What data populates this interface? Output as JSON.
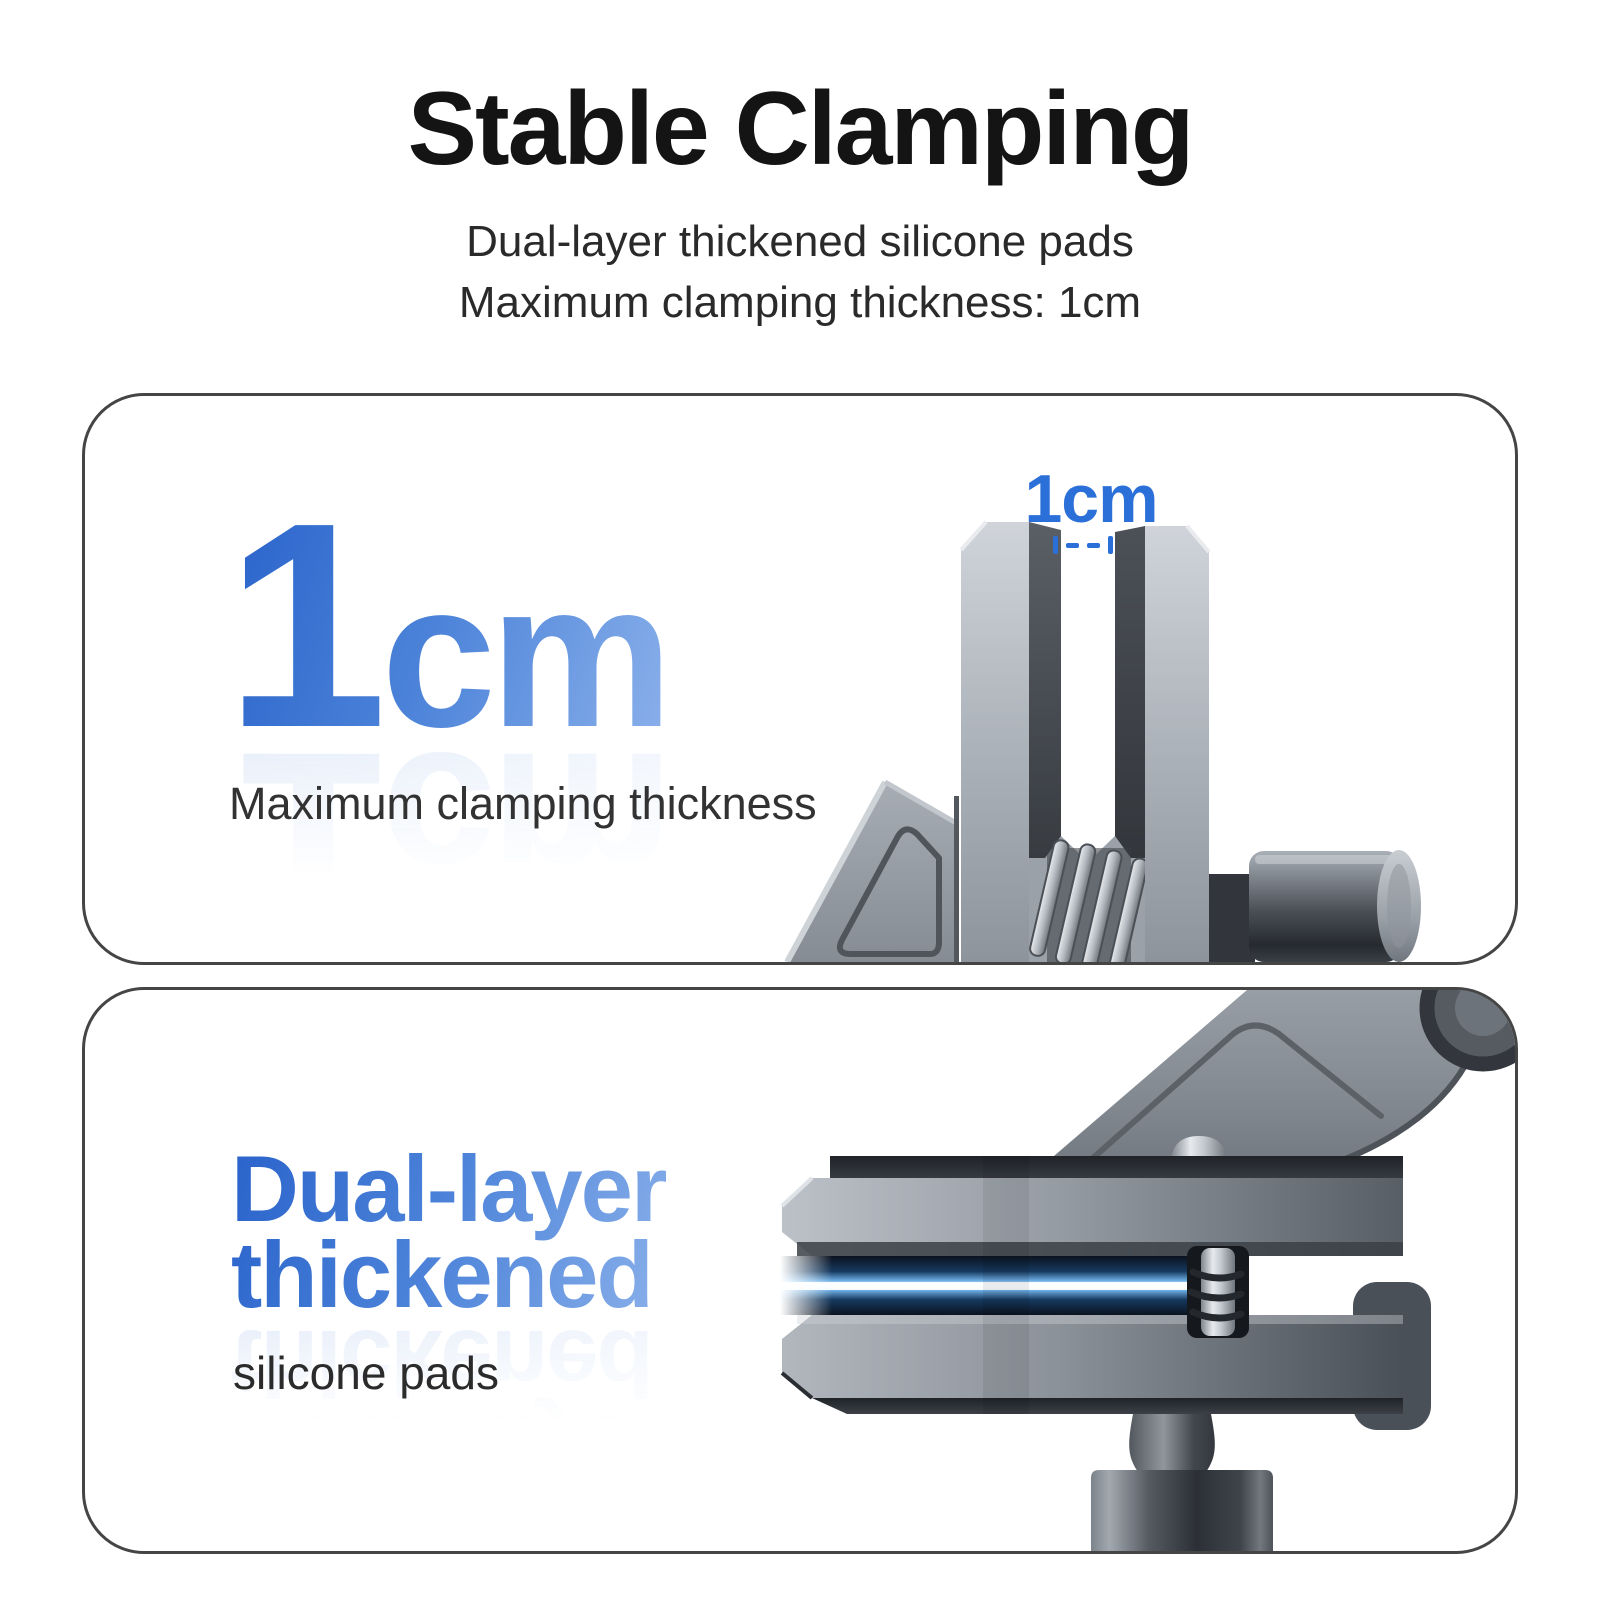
{
  "page": {
    "title": "Stable Clamping",
    "subtitle_line1": "Dual-layer thickened silicone pads",
    "subtitle_line2": "Maximum clamping thickness: 1cm"
  },
  "card1": {
    "stat_value": "1",
    "stat_unit": "cm",
    "stat_label": "Maximum clamping thickness",
    "callout_label": "1cm"
  },
  "card2": {
    "headline_line1": "Dual-layer",
    "headline_line2": "thickened",
    "subheadline": "silicone pads"
  },
  "colors": {
    "accent_blue": "#2b6fd8",
    "gradient_blue_start": "#2a63cb",
    "gradient_blue_mid": "#4c83d9",
    "gradient_blue_end": "#8ab0ea",
    "heading_text": "#141414",
    "body_text": "#2a2a2a",
    "card_border": "#454545",
    "glow_core": "#f2faff",
    "glow_blue": "#6fb0e6",
    "metal_light": "#b8bdc4",
    "metal_dark": "#2c3036"
  }
}
